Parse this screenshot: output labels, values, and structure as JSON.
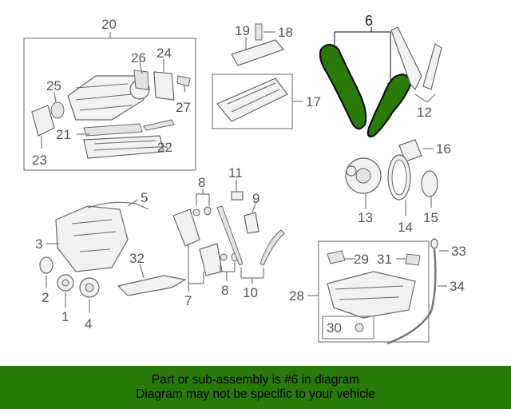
{
  "callouts": [
    "1",
    "2",
    "3",
    "4",
    "5",
    "6",
    "7",
    "8",
    "8",
    "9",
    "10",
    "11",
    "12",
    "13",
    "14",
    "15",
    "16",
    "17",
    "18",
    "19",
    "20",
    "21",
    "22",
    "23",
    "24",
    "25",
    "26",
    "27",
    "28",
    "29",
    "30",
    "31",
    "32",
    "33",
    "34"
  ],
  "highlight_color": "#2a7a0a",
  "footer": {
    "line1": "Part or sub-assembly is #6 in diagram",
    "line2": "Diagram may not be specific to your vehicle"
  }
}
